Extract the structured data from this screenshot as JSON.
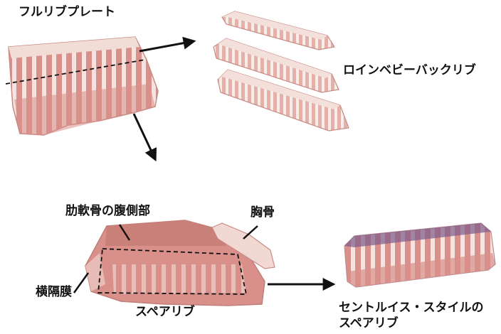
{
  "labels": {
    "full_rib_plate": "フルリブプレート",
    "loin_baby_back_ribs": "ロインベビーバックリブ",
    "rib_cartilage_belly_part": "肋軟骨の腹側部",
    "breastbone": "胸骨",
    "diaphragm": "横隔膜",
    "spare_ribs": "スペアリブ",
    "st_louis_style_line1": "セントルイス・スタイルの",
    "st_louis_style_line2": "スペアリブ"
  },
  "colors": {
    "meat": "#d9908a",
    "meat_dark": "#b86a63",
    "fat": "#f2ddd8",
    "bone": "#f6ece6",
    "membrane": "#7d5a8a",
    "line": "#111111"
  }
}
